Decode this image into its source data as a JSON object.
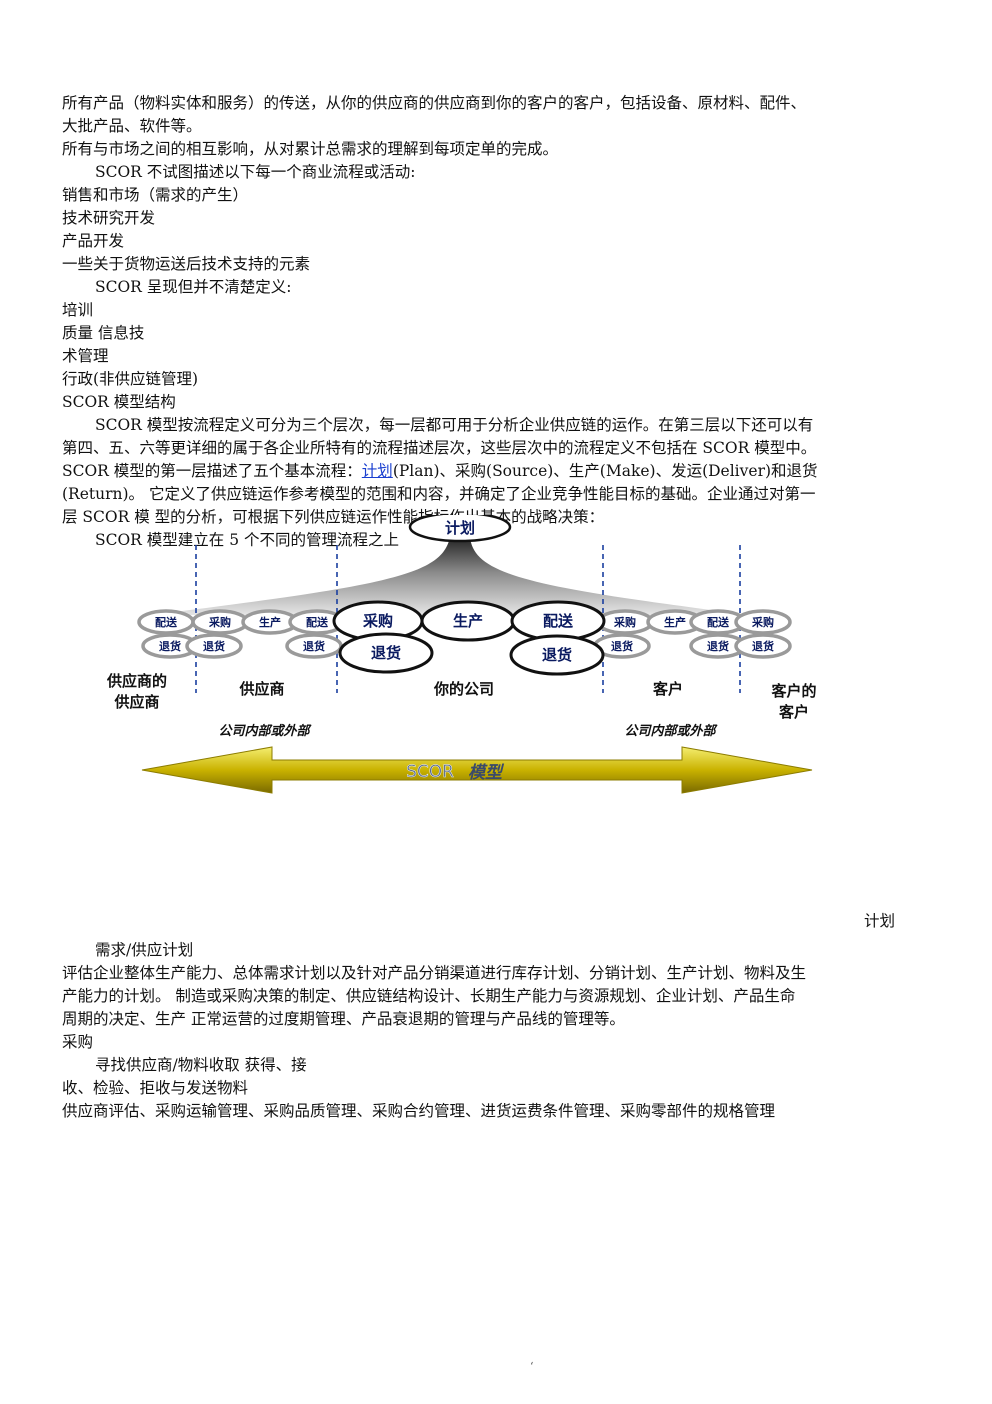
{
  "lines": [
    "所有产品（物料实体和服务）的传送，从你的供应商的供应商到你的客户的客户，包括设备、原材料、配件、",
    "大批产品、软件等。",
    "所有与市场之间的相互影响，从对累计总需求的理解到每项定单的完成。",
    "SCOR 不试图描述以下每一个商业流程或活动:",
    "销售和市场（需求的产生）",
    "技术研究开发",
    "产品开发",
    "一些关于货物运送后技术支持的元素",
    "SCOR 呈现但并不清楚定义:",
    "培训",
    "质量  信息技",
    "术管理",
    "行政(非供应链管理)",
    "SCOR 模型结构",
    "SCOR 模型按流程定义可分为三个层次，每一层都可用于分析企业供应链的运作。在第三层以下还可以有",
    "第四、五、六等更详细的属于各企业所特有的流程描述层次，这些层次中的流程定义不包括在  SCOR 模型中。",
    "(Return)。  它定义了供应链运作参考模型的范围和内容，并确定了企业竞争性能目标的基础。企业通过对第一",
    "层  SCOR 模  型的分析，可根据下列供应链运作性能指标作出基本的战略决策：",
    "SCOR 模型建立在  5 个不同的管理流程之上"
  ],
  "line19": {
    "pre": "SCOR 模型的第一层描述了五个基本流程：",
    "link": "计划",
    "post": "(Plan)、采购(Source)、生产(Make)、发运(Deliver)和退货"
  },
  "diagram": {
    "plan": "计划",
    "core": {
      "source": "采购",
      "make": "生产",
      "deliver": "配送",
      "return_left": "退货",
      "return_right": "退货"
    },
    "small_left_top": [
      "配送",
      "采购",
      "生产",
      "配送"
    ],
    "small_left_bottom": [
      "退货",
      "退货",
      "退货"
    ],
    "small_right_top": [
      "采购",
      "生产",
      "配送",
      "采购"
    ],
    "small_right_bottom": [
      "退货",
      "退货",
      "退货"
    ],
    "labels": {
      "supplier_of_supplier": [
        "供应商的",
        "供应商"
      ],
      "supplier": "供应商",
      "your_company": "你的公司",
      "customer": "客户",
      "customer_of_customer": [
        "客户的",
        "客户"
      ]
    },
    "internal_external": "公司内部或外部",
    "arrow_label_a": "SCOR",
    "arrow_label_b": "模型"
  },
  "after": {
    "plan_title": "计划",
    "demand_supply": "需求/供应计划",
    "p1": "评估企业整体生产能力、总体需求计划以及针对产品分销渠道进行库存计划、分销计划、生产计划、物料及生",
    "p2": "产能力的计划。  制造或采购决策的制定、供应链结构设计、长期生产能力与资源规划、企业计划、产品生命",
    "p3": "周期的决定、生产  正常运营的过度期管理、产品衰退期的管理与产品线的管理等。",
    "purchase": "采购",
    "find_supplier": "寻找供应商/物料收取  获得、接",
    "receive": "收、检验、拒收与发送物料",
    "supplier_eval": "供应商评估、采购运输管理、采购品质管理、采购合约管理、进货运费条件管理、采购零部件的规格管理"
  },
  "footer_mark": "‘"
}
